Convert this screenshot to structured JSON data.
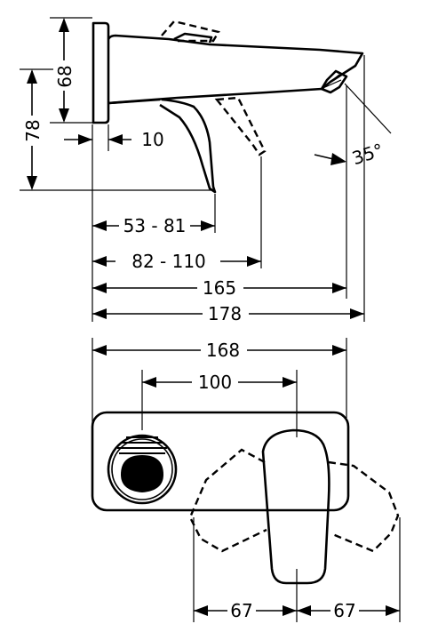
{
  "side_view": {
    "height_top": "68",
    "height_total": "78",
    "wall_depth": "10",
    "angle": "35°",
    "dims": [
      "53 - 81",
      "82 - 110",
      "165",
      "178"
    ]
  },
  "top_view": {
    "width_total": "168",
    "center_distance": "100",
    "swing_left": "67",
    "swing_right": "67"
  }
}
